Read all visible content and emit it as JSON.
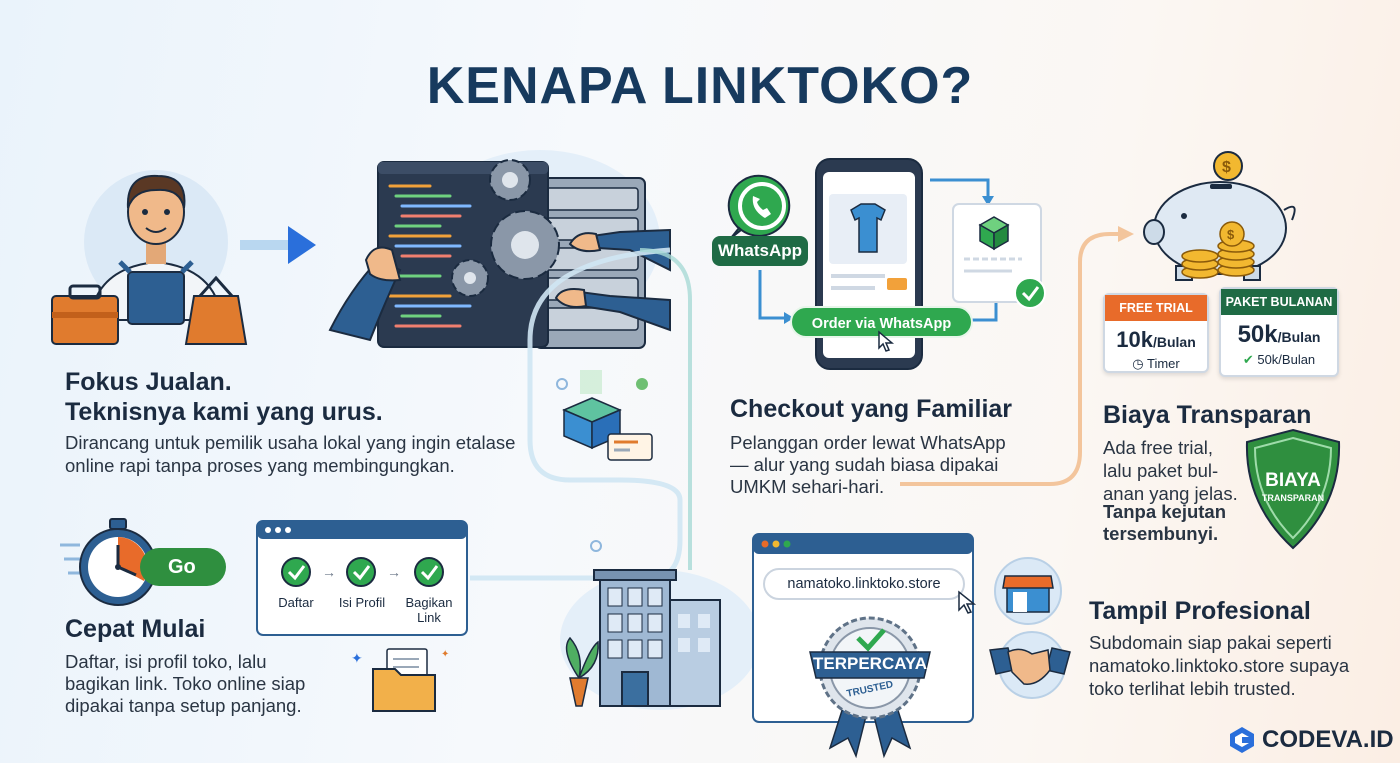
{
  "title": "KENAPA LINKTOKO?",
  "sections": {
    "fokus": {
      "heading_line1": "Fokus Jualan.",
      "heading_line2": "Teknisnya kami yang urus.",
      "body_line1": "Dirancang untuk pemilik usaha lokal yang ingin etalase",
      "body_line2": "online rapi tanpa proses yang membingungkan."
    },
    "cepat": {
      "heading": "Cepat Mulai",
      "go_label": "Go",
      "steps": [
        "Daftar",
        "Isi Profil",
        "Bagikan",
        "Link"
      ],
      "body_line1": "Daftar, isi profil toko, lalu",
      "body_line2": "bagikan link. Toko online siap",
      "body_line3": "dipakai tanpa setup panjang."
    },
    "checkout": {
      "whatsapp_label": "WhatsApp",
      "order_button": "Order via WhatsApp",
      "heading": "Checkout yang Familiar",
      "body_line1": "Pelanggan order lewat WhatsApp",
      "body_line2": "— alur yang sudah biasa dipakai",
      "body_line3": "UMKM sehari-hari."
    },
    "biaya": {
      "free_trial": {
        "header": "FREE TRIAL",
        "price": "10k",
        "unit": "/Bulan",
        "sub": "Timer"
      },
      "paket": {
        "header": "PAKET BULANAN",
        "price": "50k",
        "unit": "/Bulan",
        "sub": "50k/Bulan"
      },
      "heading": "Biaya Transparan",
      "body_line1": "Ada free trial,",
      "body_line2": "lalu paket bul-",
      "body_line3": "anan yang jelas.",
      "body_bold1": "Tanpa kejutan",
      "body_bold2": "tersembunyi.",
      "shield_big": "BIAYA",
      "shield_small": "TRANSPARAN"
    },
    "tampil": {
      "url": "namatoko.linktoko.store",
      "badge_main": "TERPERCAYA",
      "badge_sub": "TRUSTED",
      "heading": "Tampil Profesional",
      "body_line1": "Subdomain siap pakai seperti",
      "body_line2": "namatoko.linktoko.store supaya",
      "body_line3": "toko terlihat lebih trusted."
    }
  },
  "brand": "CODEVA.ID",
  "colors": {
    "title": "#173a5e",
    "green": "#2fa84f",
    "blue": "#2a6fdb",
    "navy": "#1b2b40"
  }
}
